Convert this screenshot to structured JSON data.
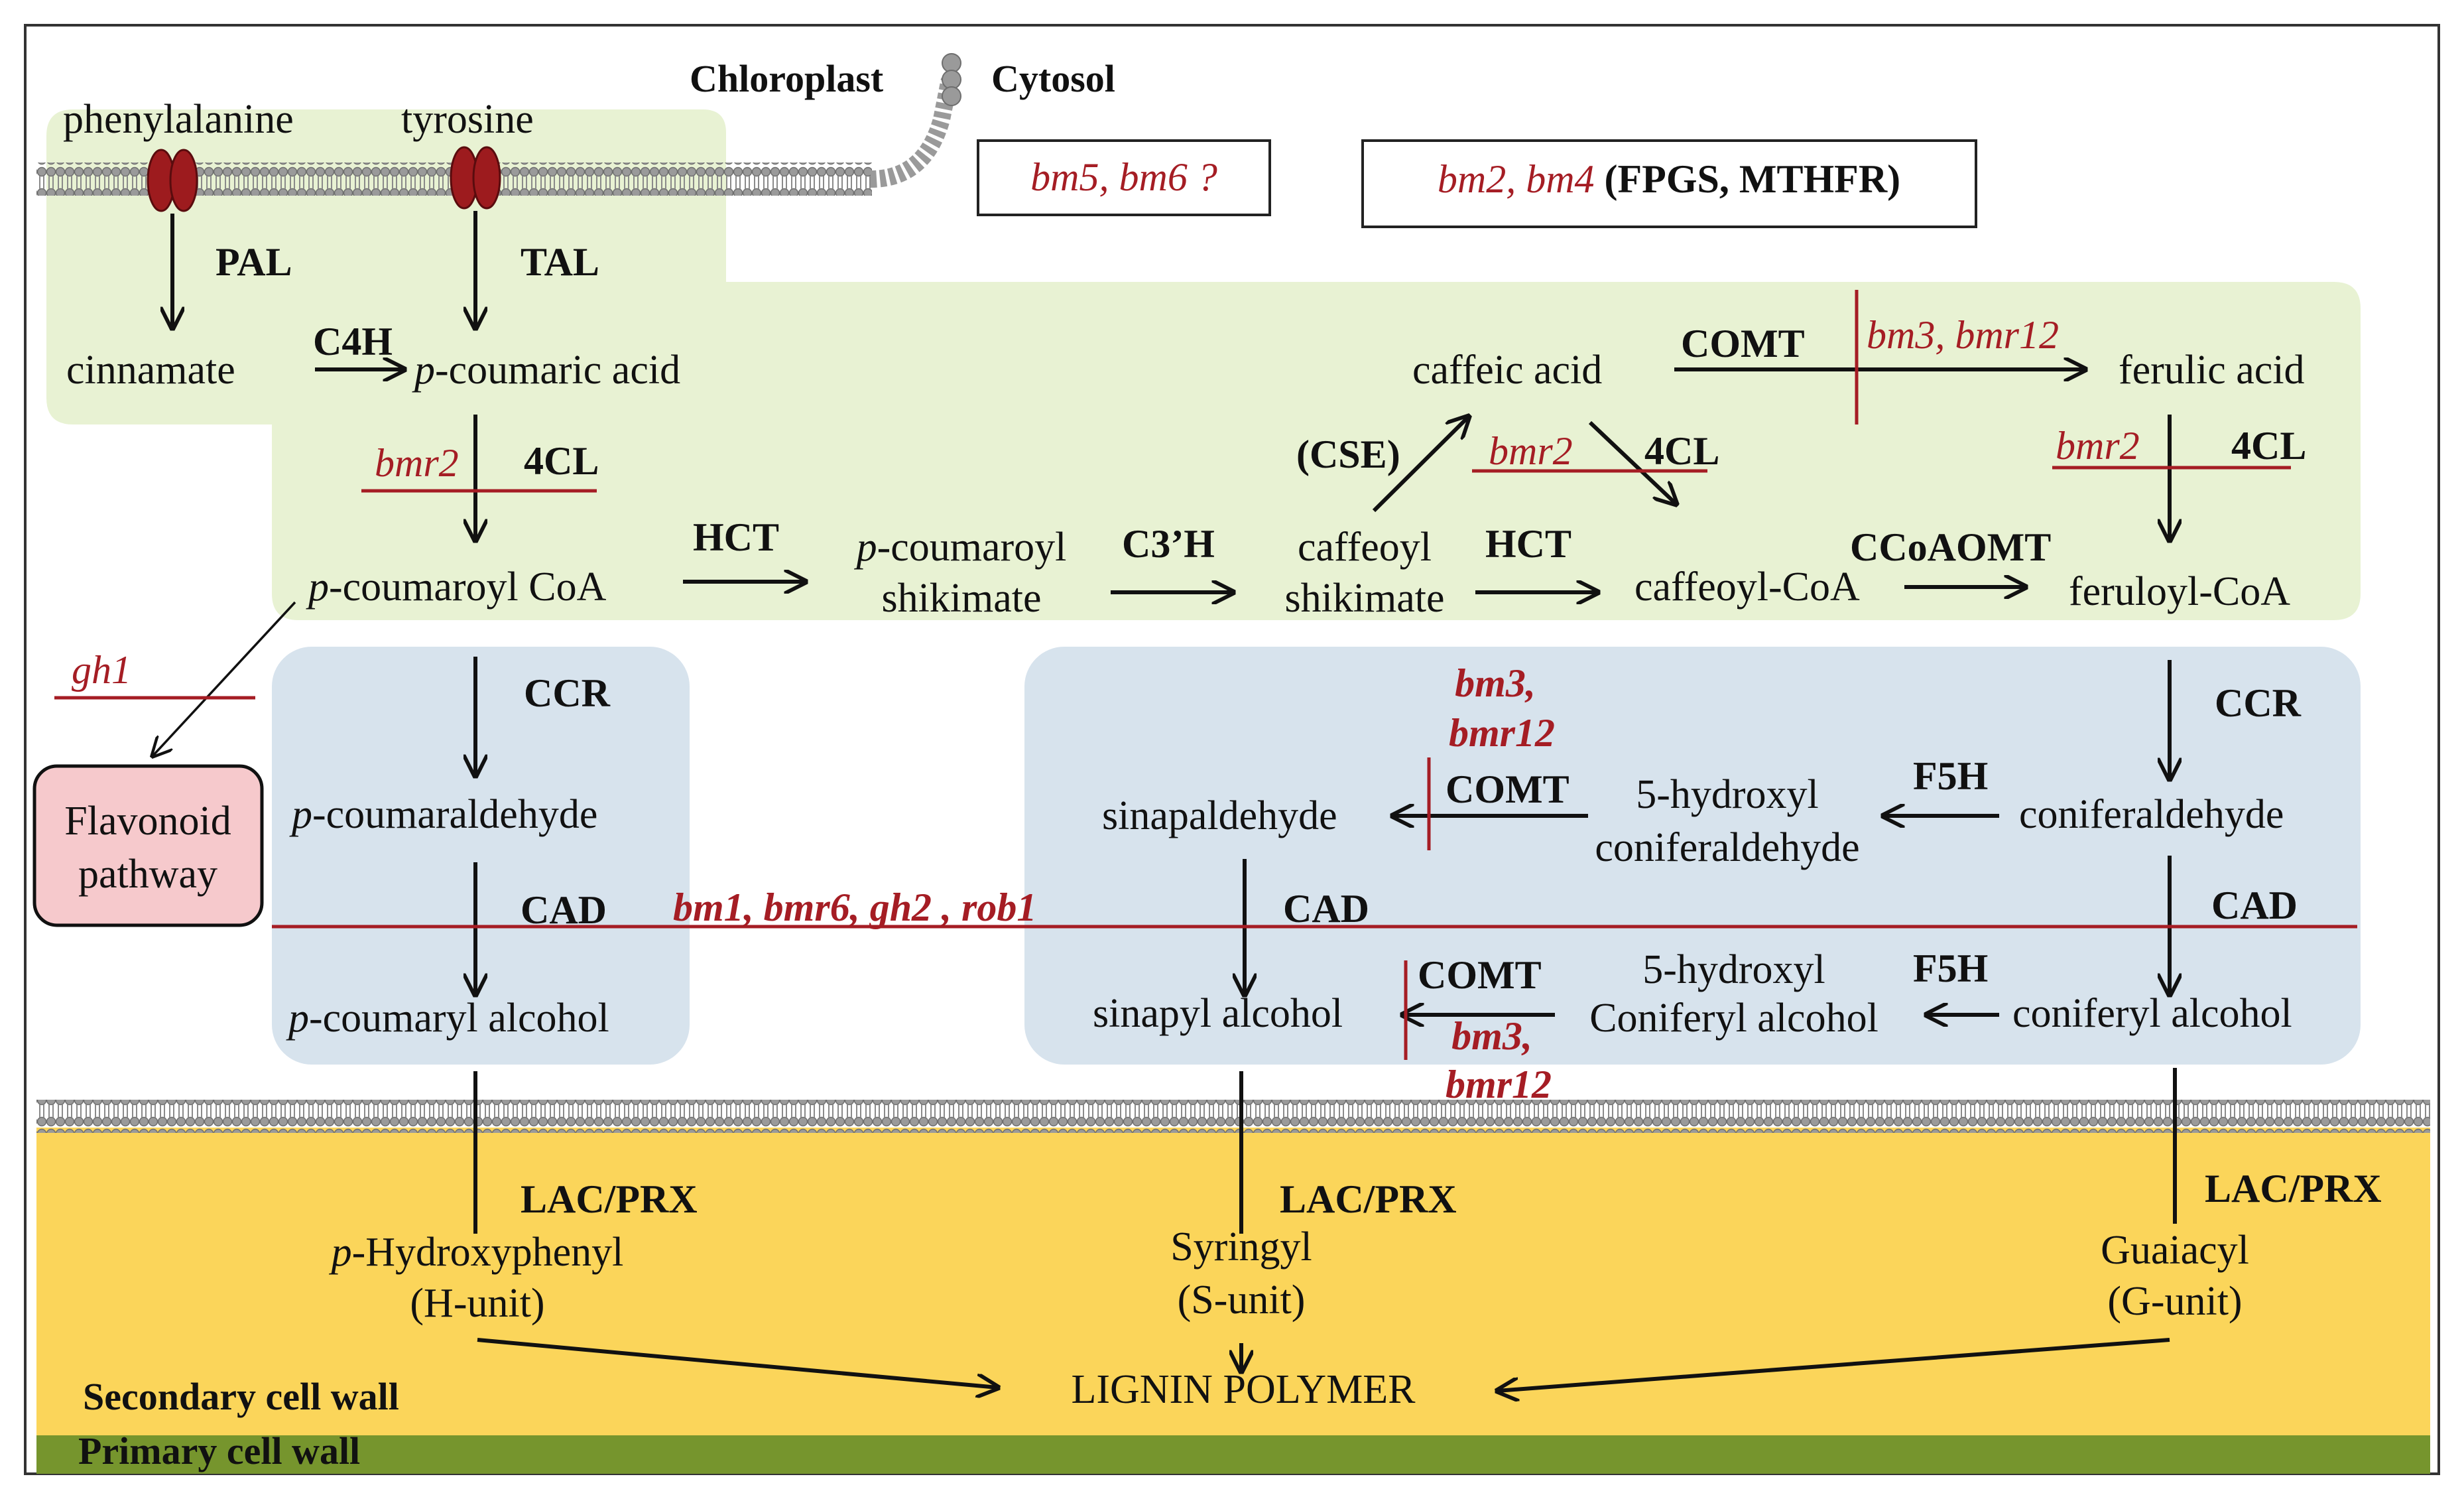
{
  "compartments": {
    "chloroplast": "Chloroplast",
    "cytosol": "Cytosol",
    "secondary_wall": "Secondary cell wall",
    "primary_wall": "Primary cell wall"
  },
  "mutant_boxes": {
    "box1": "bm5, bm6 ?",
    "box2_mutants": "bm2, bm4",
    "box2_enzymes": " (FPGS, MTHFR)"
  },
  "metabolites": {
    "phenylalanine": "phenylalanine",
    "tyrosine": "tyrosine",
    "cinnamate": "cinnamate",
    "p_prefix": "p",
    "p_coumaric_rest": "-coumaric acid",
    "caffeic_acid": "caffeic acid",
    "ferulic_acid": "ferulic acid",
    "p_coumaroyl_coa_rest": "-coumaroyl CoA",
    "p_coumaroyl_rest": "-coumaroyl",
    "shikimate": "shikimate",
    "caffeoyl": "caffeoyl",
    "caffeoyl_coa": "caffeoyl-CoA",
    "feruloyl_coa": "feruloyl-CoA",
    "p_coumaraldehyde_rest": "-coumaraldehyde",
    "sinapaldehyde": "sinapaldehyde",
    "hydroxyl_5": "5-hydroxyl",
    "coniferaldehyde_lc": "coniferaldehyde",
    "p_coumaryl_alcohol_rest": "-coumaryl alcohol",
    "sinapyl_alcohol": "sinapyl alcohol",
    "coniferyl_alcohol_cap": "Coniferyl alcohol",
    "coniferyl_alcohol": "coniferyl alcohol",
    "flavonoid_1": "Flavonoid",
    "flavonoid_2": "pathway",
    "p_hydroxyphenyl_rest": "-Hydroxyphenyl",
    "h_unit": "(H-unit)",
    "syringyl": "Syringyl",
    "s_unit": "(S-unit)",
    "guaiacyl": "Guaiacyl",
    "g_unit": "(G-unit)",
    "lignin": "LIGNIN POLYMER"
  },
  "enzymes": {
    "pal": "PAL",
    "tal": "TAL",
    "c4h": "C4H",
    "fourcl": "4CL",
    "hct": "HCT",
    "c3h": "C3’H",
    "cse": "(CSE)",
    "comt": "COMT",
    "ccoaomt": "CCoAOMT",
    "ccr": "CCR",
    "f5h": "F5H",
    "cad": "CAD",
    "lac_prx": "LAC/PRX"
  },
  "mutants": {
    "bm3_bmr12": "bm3, bmr12",
    "bmr2": "bmr2",
    "gh1": "gh1",
    "bm3_comma": "bm3,",
    "bmr12": "bmr12",
    "cad_mutants": "bm1, bmr6, gh2 , rob1"
  },
  "colors": {
    "plastid_green": "#e8f2d3",
    "cytosol_blue": "#d7e3ed",
    "wall_yellow": "#fbd55a",
    "primary_wall_green": "#76952d",
    "mutant_red": "#a51d24",
    "transporter_red": "#9d1b1e",
    "flavonoid_pink": "#f6c9cc"
  }
}
